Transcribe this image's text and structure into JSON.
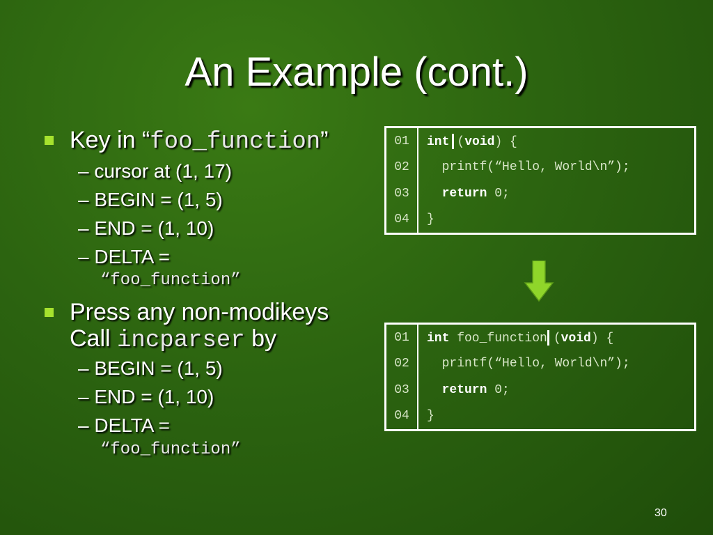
{
  "title": "An Example (cont.)",
  "bullets": {
    "b1_prefix": "Key in ",
    "b1_quote_open": "“",
    "b1_code": "foo_function",
    "b1_quote_close": "”",
    "b1_sub1": "– cursor at (1, 17)",
    "b1_sub2": "– BEGIN = (1, 5)",
    "b1_sub3": "– END = (1, 10)",
    "b1_sub4": "– DELTA =",
    "b1_sub4_code": "“foo_function”",
    "b2_line1": "Press any non-modikeys",
    "b2_call": "Call ",
    "b2_code": "incparser",
    "b2_by": " by",
    "b2_sub1": "– BEGIN = (1, 5)",
    "b2_sub2": "– END = (1, 10)",
    "b2_sub3": "– DELTA =",
    "b2_sub3_code": "“foo_function”"
  },
  "code_before": {
    "ln1": "01",
    "ln2": "02",
    "ln3": "03",
    "ln4": "04",
    "kw_int": "int",
    "paren_open": "(",
    "kw_void": "void",
    "paren_close": ") {",
    "line2": "  printf(“Hello, World\\n”);",
    "line3_kw": "return",
    "line3_rest": " 0;",
    "line4": "}"
  },
  "code_after": {
    "ln1": "01",
    "ln2": "02",
    "ln3": "03",
    "ln4": "04",
    "kw_int": "int",
    "fname": " foo_function",
    "paren_open": "(",
    "kw_void": "void",
    "paren_close": ") {",
    "line2": "  printf(“Hello, World\\n”);",
    "line3_kw": "return",
    "line3_rest": " 0;",
    "line4": "}"
  },
  "page_number": "30",
  "colors": {
    "bullet": "#a6e22e",
    "arrow": "#8fd62a"
  }
}
